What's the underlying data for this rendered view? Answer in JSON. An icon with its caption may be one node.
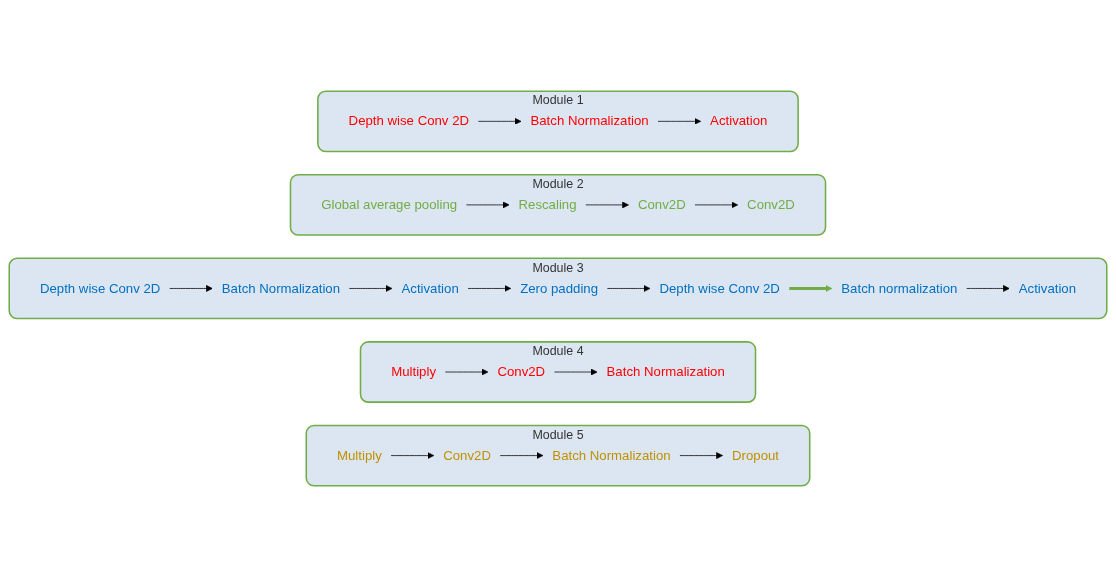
{
  "diagram": {
    "nodes": [
      {
        "text": [
          "Module 1"
        ]
      },
      {
        "text": [
          "Depth wise Conv 2D"
        ],
        "in": 0
      },
      {
        "text": [
          "Batch Normalization"
        ],
        "in": 0
      },
      {
        "text": [
          "Activation"
        ],
        "in": 0
      },
      {
        "text": [
          "Module 2"
        ]
      },
      {
        "text": [
          "Global average pooling"
        ],
        "in": 4
      },
      {
        "text": [
          "Rescaling"
        ],
        "in": 4
      },
      {
        "text": [
          "Conv2D"
        ],
        "in": 4
      },
      {
        "text": [
          "Conv2D"
        ],
        "in": 4
      },
      {
        "text": [
          "Module 3"
        ]
      },
      {
        "text": [
          "Depth wise Conv 2D"
        ],
        "in": 9
      },
      {
        "text": [
          "Batch Normalization"
        ],
        "in": 9
      },
      {
        "text": [
          "Activation"
        ],
        "in": 9
      },
      {
        "text": [
          "Zero padding"
        ],
        "in": 9
      },
      {
        "text": [
          "Depth wise Conv 2D"
        ],
        "in": 9
      },
      {
        "text": [
          "Batch normalization"
        ],
        "in": 9
      },
      {
        "text": [
          "Activation"
        ],
        "in": 9
      },
      {
        "text": [
          "Module 4"
        ]
      },
      {
        "text": [
          "Multiply"
        ],
        "in": 17
      },
      {
        "text": [
          "Conv2D"
        ],
        "in": 17
      },
      {
        "text": [
          "Batch Normalization"
        ],
        "in": 17
      },
      {
        "text": [
          "Module 5"
        ]
      },
      {
        "text": [
          "Multiply"
        ],
        "in": 21
      },
      {
        "text": [
          "Conv2D"
        ],
        "in": 21
      },
      {
        "text": [
          "Batch Normalization"
        ],
        "in": 21
      },
      {
        "text": [
          "Dropout"
        ],
        "in": 21
      }
    ],
    "edges": [
      {
        "from": 1,
        "to": 2,
        "arrow": "to"
      },
      {
        "from": 2,
        "to": 3,
        "arrow": "to"
      },
      {
        "from": 5,
        "to": 6,
        "arrow": "to"
      },
      {
        "from": 6,
        "to": 7,
        "arrow": "to"
      },
      {
        "from": 7,
        "to": 8,
        "arrow": "to"
      },
      {
        "from": 10,
        "to": 11,
        "arrow": "to"
      },
      {
        "from": 11,
        "to": 12,
        "arrow": "to"
      },
      {
        "from": 12,
        "to": 13,
        "arrow": "to"
      },
      {
        "from": 13,
        "to": 14,
        "arrow": "to"
      },
      {
        "from": 14,
        "to": 15,
        "arrow": "to",
        "style": "thick",
        "color": "#70ad47"
      },
      {
        "from": 15,
        "to": 16,
        "arrow": "to"
      },
      {
        "from": 18,
        "to": 19,
        "arrow": "to"
      },
      {
        "from": 19,
        "to": 20,
        "arrow": "to"
      },
      {
        "from": 22,
        "to": 23,
        "arrow": "to"
      },
      {
        "from": 23,
        "to": 24,
        "arrow": "to"
      },
      {
        "from": 24,
        "to": 25,
        "arrow": "to"
      }
    ]
  }
}
